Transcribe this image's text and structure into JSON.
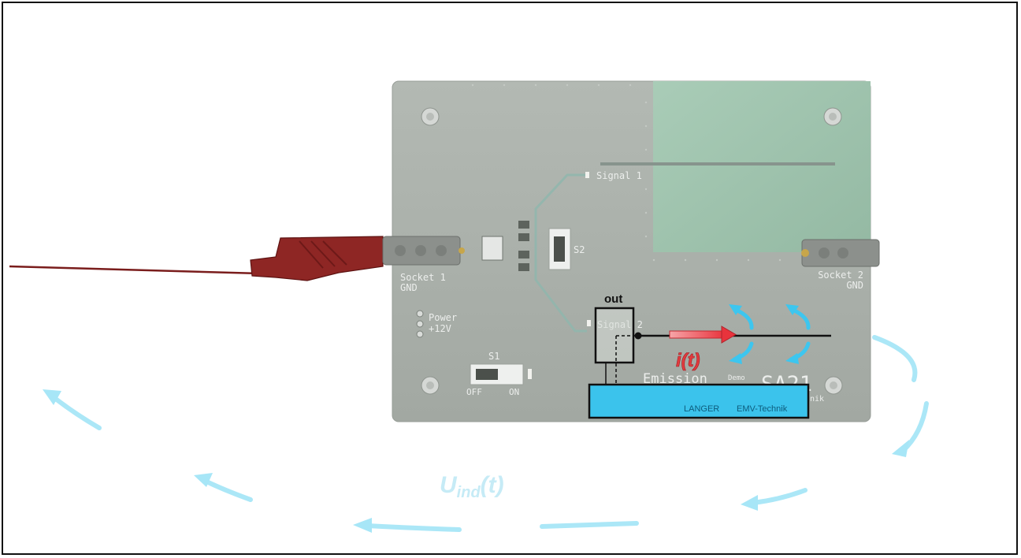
{
  "board": {
    "labels": {
      "signal1": "Signal 1",
      "signal2": "Signal 2",
      "socket1": "Socket 1",
      "socket1_gnd": "GND",
      "socket2": "Socket 2",
      "socket2_gnd": "GND",
      "s2": "S2",
      "s1": "S1",
      "s1_off": "OFF",
      "s1_on": "ON",
      "power": "Power",
      "power_v": "+12V",
      "emission": "Emission",
      "demo": "Demo",
      "logo": "SA21",
      "logo_sub": "nik"
    }
  },
  "annotations": {
    "out_label": "out",
    "current": "i(t)",
    "induced_voltage": "U",
    "induced_voltage_sub": "ind",
    "induced_voltage_suffix": "(t)"
  },
  "probe_bar": {
    "brand": "LANGER",
    "company": "EMV-Technik"
  },
  "colors": {
    "frame": "#111111",
    "board": "#a9b0a9",
    "copper_area": "#9fc2ad",
    "probe_bar": "#3bc3ec",
    "current_arrow": "#ee4a52",
    "field_arrows": "#3dc6ef",
    "cable": "#7a1d1c"
  }
}
